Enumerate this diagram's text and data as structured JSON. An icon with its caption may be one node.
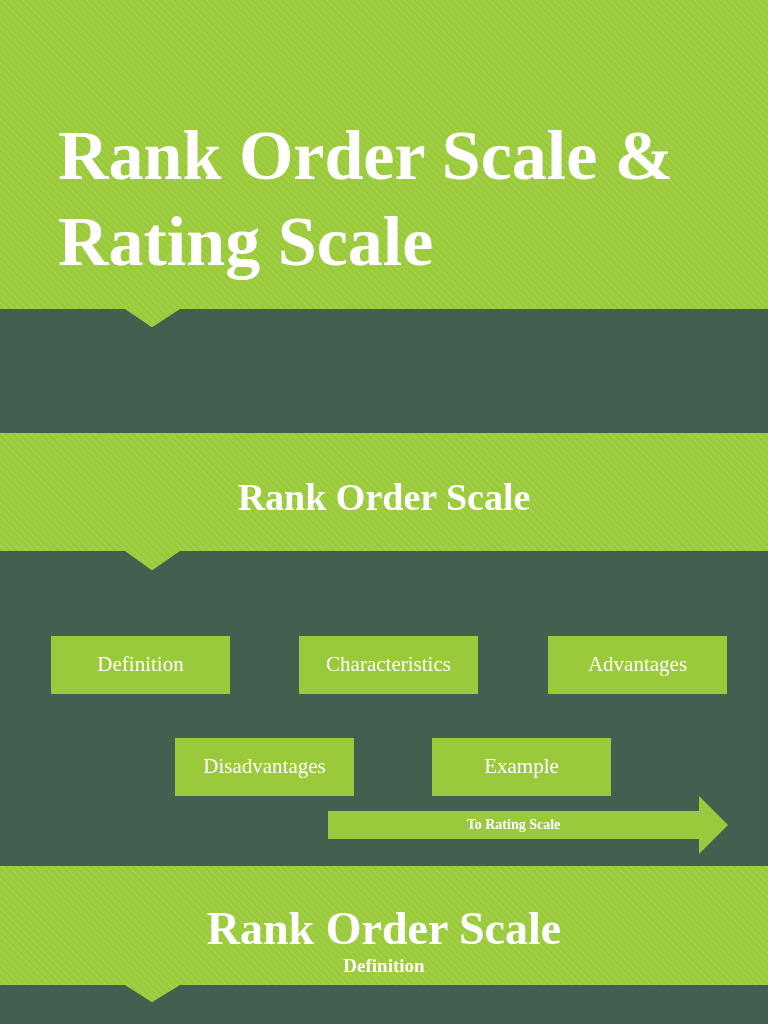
{
  "diagram": {
    "title": "Rank Order Scale & Rating Scale",
    "nodes": [
      {
        "text": [
          "Rank Order Scale"
        ]
      },
      {
        "text": [
          "Definition"
        ]
      },
      {
        "text": [
          "Characteristics"
        ]
      },
      {
        "text": [
          "Advantages"
        ]
      },
      {
        "text": [
          "Disadvantages"
        ]
      },
      {
        "text": [
          "Example"
        ]
      },
      {
        "text": [
          "To Rating Scale"
        ]
      },
      {
        "text": [
          "Rank Order Scale",
          "Definition"
        ]
      }
    ]
  }
}
